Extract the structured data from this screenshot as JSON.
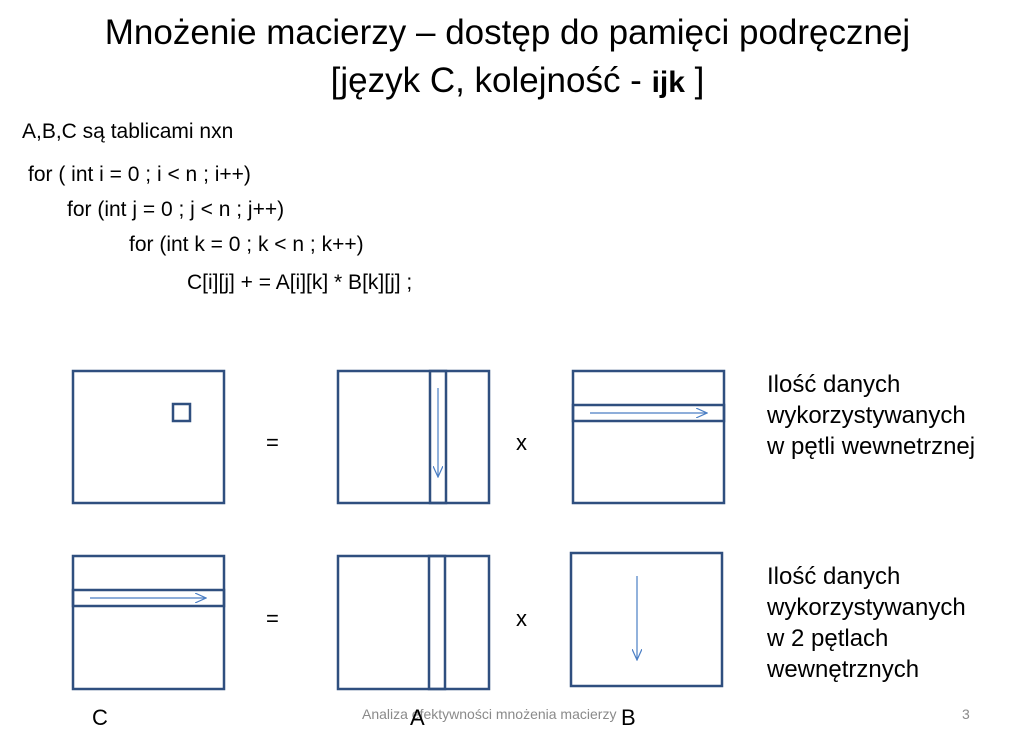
{
  "slide": {
    "title_line1": "Mnożenie macierzy – dostęp do pamięci podręcznej",
    "title_line2_prefix": "[język C, kolejność - ",
    "title_line2_bold": "ijk",
    "title_line2_suffix": " ]",
    "intro": "A,B,C są tablicami nxn",
    "code": [
      "for ( int i = 0 ; i < n ; i++)",
      "for (int j = 0 ; j < n ; j++)",
      "for (int k = 0 ; k < n ; k++)",
      "C[i][j] + = A[i][k] * B[k][j] ;"
    ],
    "row1": {
      "equals": "=",
      "times": "x",
      "note_lines": [
        "Ilość danych",
        "wykorzystywanych",
        "w pętli wewnetrznej"
      ]
    },
    "row2": {
      "equals": "=",
      "times": "x",
      "note_lines": [
        "Ilość danych",
        "wykorzystywanych",
        "w 2 pętlach",
        "wewnętrznych"
      ]
    },
    "matrix_labels": {
      "c": "C",
      "a": "A",
      "b": "B"
    },
    "footer_text": "Analiza efektywności mnożenia macierzy",
    "page_number": "3"
  },
  "colors": {
    "box_stroke": "#2f4f7f",
    "arrow": "#4a7ec4",
    "footer": "#8a8a8a"
  }
}
